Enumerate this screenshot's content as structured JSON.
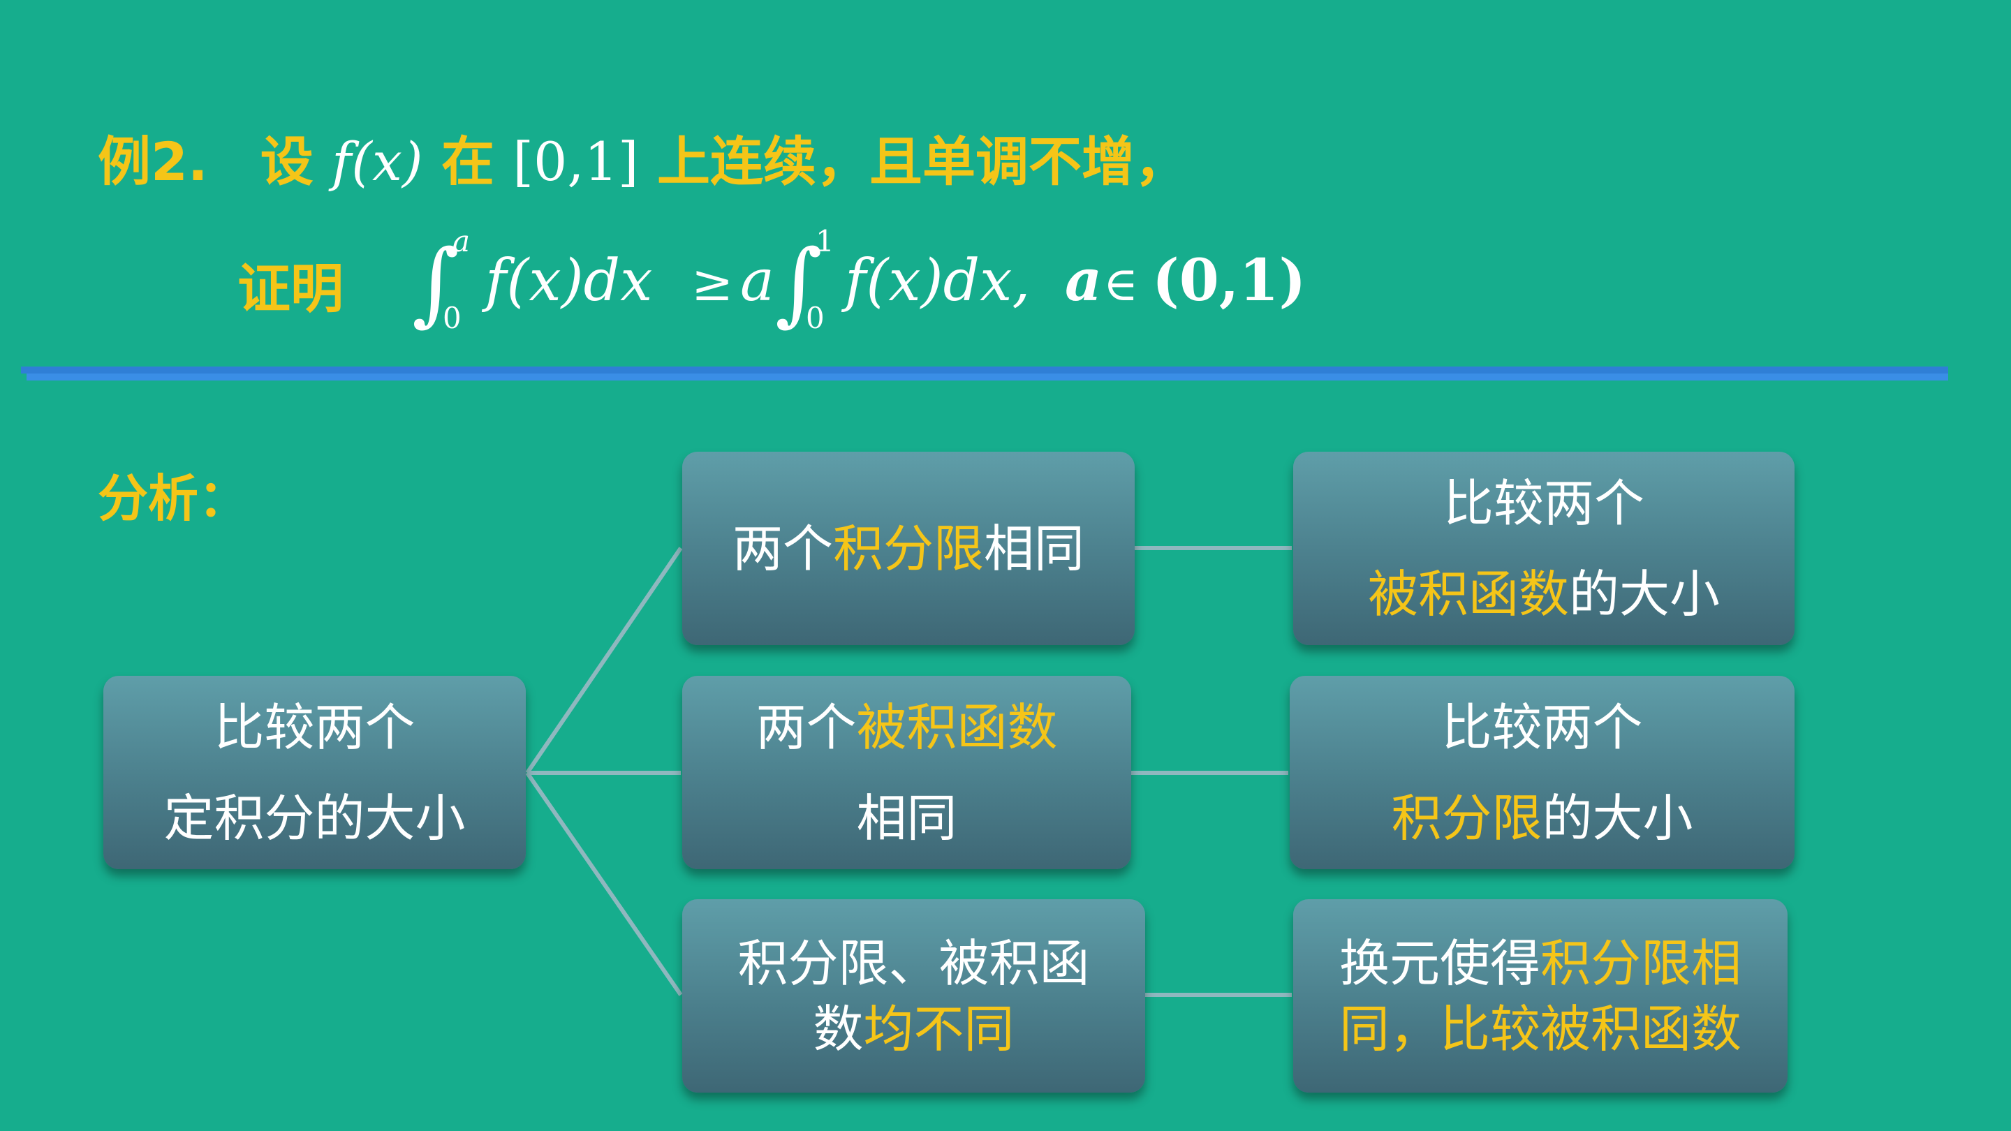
{
  "problem": {
    "label": "例2.",
    "set": "设",
    "f_of_x": "f(x)",
    "in_text": "在",
    "interval": "[0,1]",
    "condition": "上连续，且单调不增，",
    "prove_label": "证明",
    "formula": {
      "lhs_upper": "a",
      "lhs_lower": "0",
      "lhs_body": "f(x)dx",
      "ge": "≥",
      "coef": "a",
      "rhs_upper": "1",
      "rhs_lower": "0",
      "rhs_body": "f(x)dx,",
      "param": "a",
      "in": "∈",
      "range": "(0,1)"
    }
  },
  "analysis_label": "分析：",
  "diagram": {
    "root": {
      "line1": "比较两个",
      "line2": "定积分的大小"
    },
    "middle": [
      {
        "parts": [
          {
            "t": "两个",
            "c": "w"
          },
          {
            "t": "积分限",
            "c": "y"
          },
          {
            "t": "相同",
            "c": "w"
          }
        ]
      },
      {
        "line1": [
          {
            "t": "两个",
            "c": "w"
          },
          {
            "t": "被积函数",
            "c": "y"
          }
        ],
        "line2": [
          {
            "t": "相同",
            "c": "w"
          }
        ]
      },
      {
        "line1": [
          {
            "t": "积分限、被积函",
            "c": "w"
          }
        ],
        "line2": [
          {
            "t": "数",
            "c": "w"
          },
          {
            "t": "均不同",
            "c": "y"
          }
        ]
      }
    ],
    "right": [
      {
        "line1": [
          {
            "t": "比较两个",
            "c": "w"
          }
        ],
        "line2": [
          {
            "t": "被积函数",
            "c": "y"
          },
          {
            "t": "的大小",
            "c": "w"
          }
        ]
      },
      {
        "line1": [
          {
            "t": "比较两个",
            "c": "w"
          }
        ],
        "line2": [
          {
            "t": "积分限",
            "c": "y"
          },
          {
            "t": "的大小",
            "c": "w"
          }
        ]
      },
      {
        "line1": [
          {
            "t": "换元使得",
            "c": "w"
          },
          {
            "t": "积分限相",
            "c": "y"
          }
        ],
        "line2": [
          {
            "t": "同，比较被积函数",
            "c": "y"
          }
        ]
      }
    ]
  },
  "colors": {
    "background": "#16ad8d",
    "highlight": "#f5c518",
    "box_top": "#5f9ea9",
    "box_bottom": "#3e6775",
    "connector": "#8fb8bf",
    "divider": "#2f7fd6"
  }
}
